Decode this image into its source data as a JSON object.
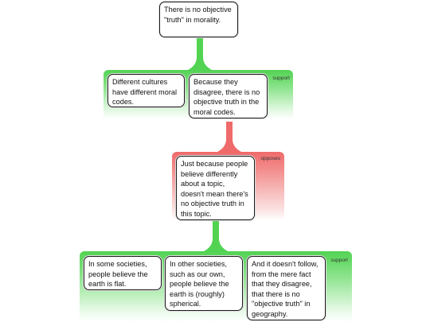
{
  "claim": {
    "text": "There is no objective \"truth\" in morality."
  },
  "support_group_1": {
    "label": "support",
    "premise_1": "Different cultures have different moral codes.",
    "premise_2": "Because they disagree, there is no objective truth in the moral codes."
  },
  "objection_group": {
    "label": "opposes",
    "objection": "Just because people believe differently about a topic, doesn't mean there's no objective truth in this topic."
  },
  "support_group_2": {
    "label": "support",
    "premise_1": "In some societies, people believe the earth is flat.",
    "premise_2": "In other societies, such as our own, people believe the earth is (roughly) spherical.",
    "premise_3": "And it doesn't follow, from the mere fact that they disagree, that there is no \"objective truth\" in geography."
  },
  "colors": {
    "support": "#52d352",
    "opposes": "#ef6a6a",
    "node_border": "#1a1a1a"
  }
}
